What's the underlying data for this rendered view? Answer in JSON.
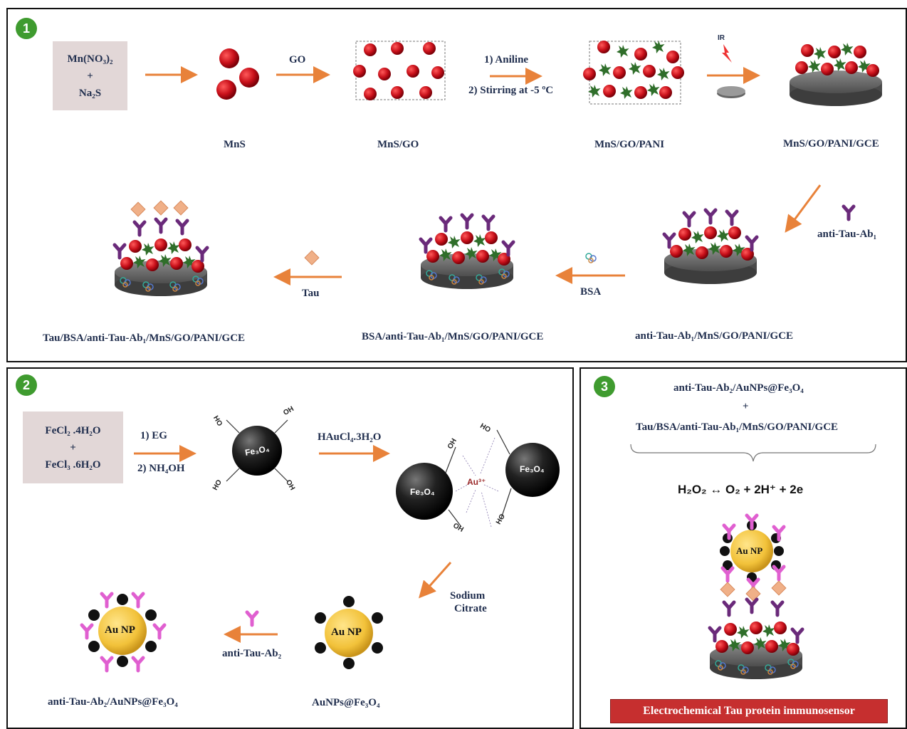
{
  "panel1": {
    "badge": "1",
    "reagent": {
      "line1": "Mn(NO₃)₂",
      "plus": "+",
      "line2": "Na₂S"
    },
    "step_go": "GO",
    "step_aniline_1": "1) Aniline",
    "step_aniline_2": "2) Stirring at -5 ºC",
    "ir": "IR",
    "mns": "MnS",
    "mns_go": "MnS/GO",
    "mns_go_pani": "MnS/GO/PANI",
    "mns_go_pani_gce": "MnS/GO/PANI/GCE",
    "anti_tau_ab1": "anti-Tau-Ab₁",
    "anti_ab1_electrode": "anti-Tau-Ab₁/MnS/GO/PANI/GCE",
    "bsa": "BSA",
    "bsa_electrode": "BSA/anti-Tau-Ab₁/MnS/GO/PANI/GCE",
    "tau": "Tau",
    "tau_electrode": "Tau/BSA/anti-Tau-Ab₁/MnS/GO/PANI/GCE"
  },
  "panel2": {
    "badge": "2",
    "reagent": {
      "line1": "FeCl₂ .4H₂O",
      "plus": "+",
      "line2": "FeCl₃ .6H₂O"
    },
    "step1_1": "1) EG",
    "step1_2": "2) NH₄OH",
    "fe3o4": "Fe₃O₄",
    "oh": "OH",
    "ho": "HO",
    "haucl4": "HAuCl₄.3H₂O",
    "au3": "Au³⁺",
    "sodium": "Sodium",
    "citrate": "Citrate",
    "au_np": "Au NP",
    "aunps_fe3o4": "AuNPs@Fe₃O₄",
    "anti_tau_ab2": "anti-Tau-Ab₂",
    "anti_ab2_aunps": "anti-Tau-Ab₂/AuNPs@Fe₃O₄"
  },
  "panel3": {
    "badge": "3",
    "line1": "anti-Tau-Ab₂/AuNPs@Fe₃O₄",
    "plus": "+",
    "line2": "Tau/BSA/anti-Tau-Ab₁/MnS/GO/PANI/GCE",
    "equation": "H₂O₂  ↔  O₂ + 2H⁺ + 2e",
    "au_np": "Au NP",
    "banner": "Electrochemical Tau protein immunosensor"
  },
  "colors": {
    "arrow": "#e8823a",
    "mns_red": "#c8101a",
    "pani_green": "#2f6e2a",
    "antibody1": "#6a2a7a",
    "antibody2": "#e05fd0",
    "tau": "#f0b088",
    "gold": "#f2c23a",
    "electrode": "#6b6b6b",
    "badge": "#3f9b2f",
    "banner": "#c62f2f"
  }
}
